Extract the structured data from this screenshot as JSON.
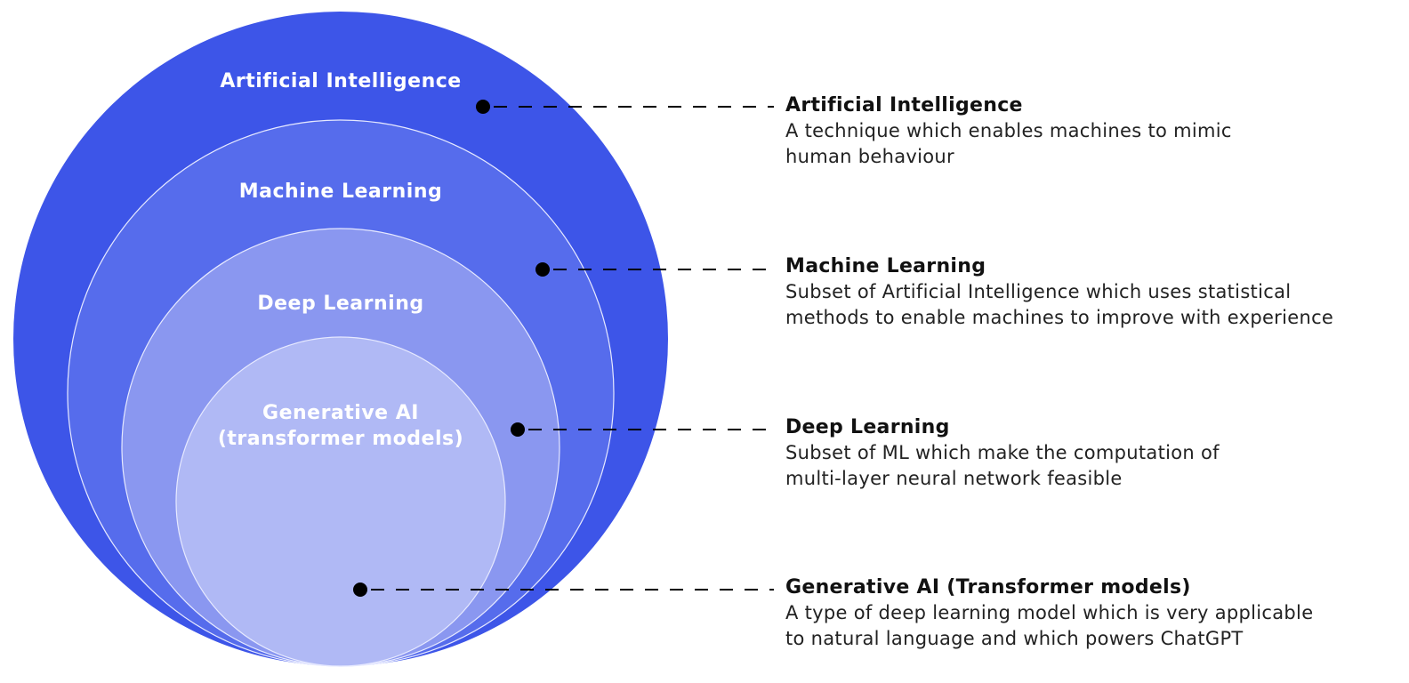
{
  "colors": {
    "ai": "#3d55e8",
    "ml": "#566cec",
    "dl": "#8a97f0",
    "genai": "#b0b9f5",
    "ring_stroke": "#e6e9ff",
    "marker": "#000000"
  },
  "circles": {
    "ai": {
      "label": "Artificial Intelligence"
    },
    "ml": {
      "label": "Machine Learning"
    },
    "dl": {
      "label": "Deep Learning"
    },
    "genai": {
      "label_line1": "Generative AI",
      "label_line2": "(transformer models)"
    }
  },
  "legend": [
    {
      "title": "Artificial Intelligence",
      "desc_line1": "A technique which enables machines to mimic",
      "desc_line2": "human behaviour"
    },
    {
      "title": "Machine Learning",
      "desc_line1": "Subset of Artificial Intelligence which uses statistical",
      "desc_line2": "methods to enable machines to improve with experience"
    },
    {
      "title": "Deep Learning",
      "desc_line1": "Subset of ML which make the computation of",
      "desc_line2": "multi-layer neural network feasible"
    },
    {
      "title": "Generative AI (Transformer models)",
      "desc_line1": "A type of deep learning model which is very applicable",
      "desc_line2": "to natural language and which powers ChatGPT"
    }
  ]
}
